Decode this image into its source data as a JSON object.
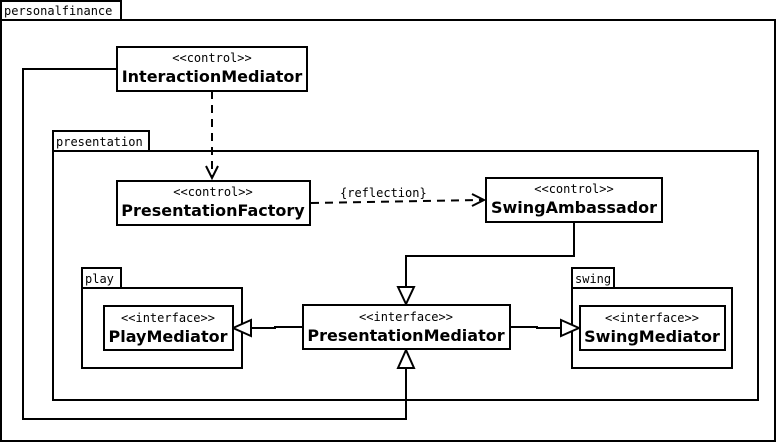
{
  "packages": {
    "personalfinance": "personalfinance",
    "presentation": "presentation",
    "play": "play",
    "swing": "swing"
  },
  "classes": {
    "interaction_mediator": {
      "stereotype": "<<control>>",
      "name": "InteractionMediator"
    },
    "presentation_factory": {
      "stereotype": "<<control>>",
      "name": "PresentationFactory"
    },
    "swing_ambassador": {
      "stereotype": "<<control>>",
      "name": "SwingAmbassador"
    },
    "play_mediator": {
      "stereotype": "<<interface>>",
      "name": "PlayMediator"
    },
    "presentation_mediator": {
      "stereotype": "<<interface>>",
      "name": "PresentationMediator"
    },
    "swing_mediator": {
      "stereotype": "<<interface>>",
      "name": "SwingMediator"
    }
  },
  "relations": {
    "reflection_label": "{reflection}"
  }
}
